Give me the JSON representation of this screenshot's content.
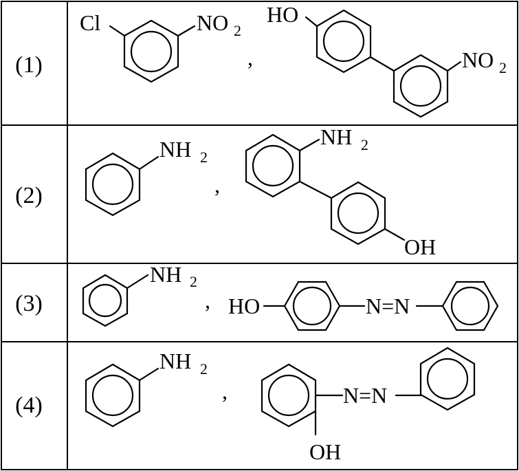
{
  "table": {
    "rows": [
      {
        "option": "(1)",
        "separator": ",",
        "mol1": {
          "Cl": "Cl",
          "NO2": "NO",
          "NO2_sub": "2"
        },
        "mol2": {
          "HO": "HO",
          "NO2": "NO",
          "NO2_sub": "2"
        }
      },
      {
        "option": "(2)",
        "separator": ",",
        "mol1": {
          "NH2": "NH",
          "NH2_sub": "2"
        },
        "mol2": {
          "NH2": "NH",
          "NH2_sub": "2",
          "OH": "OH"
        }
      },
      {
        "option": "(3)",
        "separator": ",",
        "mol1": {
          "NH2": "NH",
          "NH2_sub": "2"
        },
        "mol2": {
          "HO": "HO",
          "azo": "N=N"
        }
      },
      {
        "option": "(4)",
        "separator": ",",
        "mol1": {
          "NH2": "NH",
          "NH2_sub": "2"
        },
        "mol2": {
          "azo": "N=N",
          "OH": "OH"
        }
      }
    ]
  }
}
